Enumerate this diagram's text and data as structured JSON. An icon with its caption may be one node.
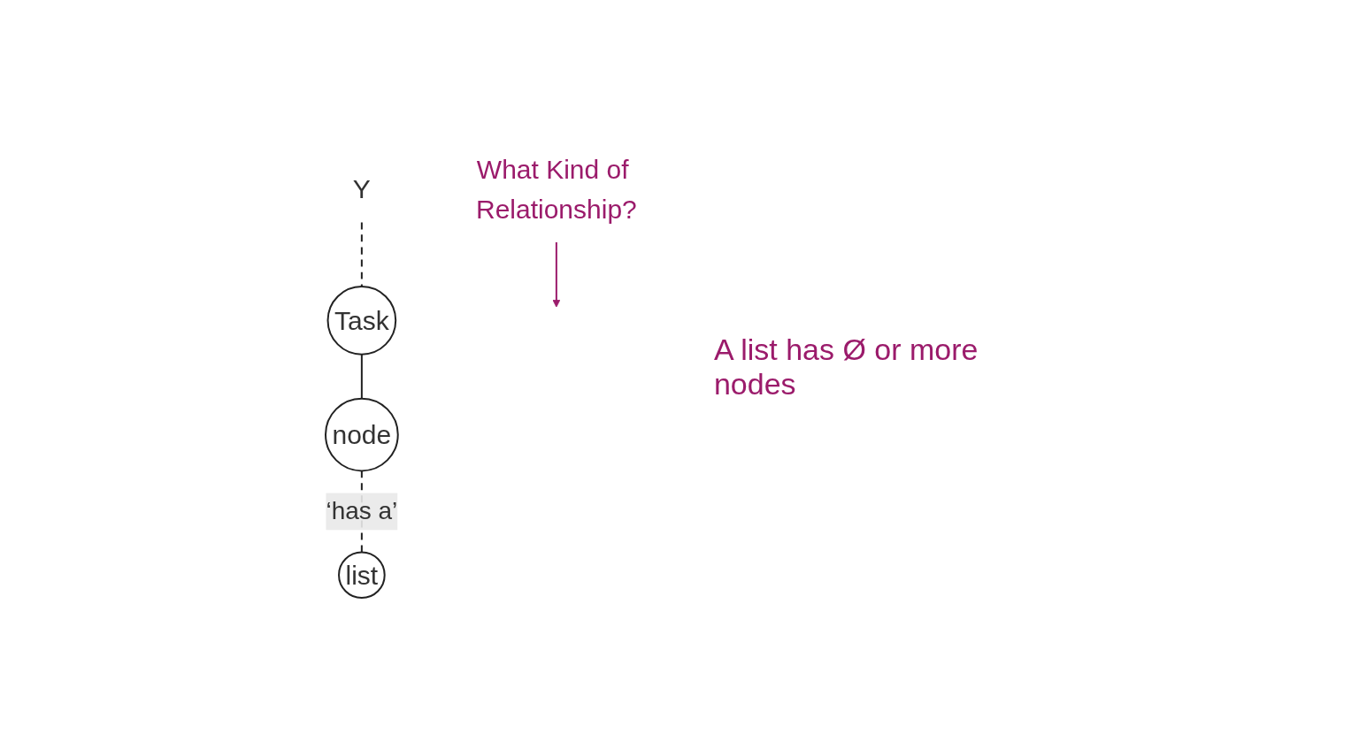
{
  "diagram": {
    "nodes": [
      {
        "text": [
          "Y"
        ]
      },
      {
        "text": [
          "Task"
        ]
      },
      {
        "text": [
          "node"
        ]
      },
      {
        "text": [
          "list"
        ]
      },
      {
        "text": [
          "What Kind of Relationship?"
        ]
      }
    ],
    "edges": [
      {
        "from": 0,
        "to": 1,
        "arrow": "none",
        "style": "dashed"
      },
      {
        "from": 1,
        "to": 2,
        "arrow": "none"
      },
      {
        "from": 2,
        "to": 3,
        "arrow": "none",
        "style": "dashed",
        "label": "‘has a’"
      },
      {
        "from": 4,
        "to": null,
        "arrow": "to",
        "color": "#9b1b6b"
      }
    ],
    "labels": [
      "A list has Ø or more nodes"
    ]
  }
}
